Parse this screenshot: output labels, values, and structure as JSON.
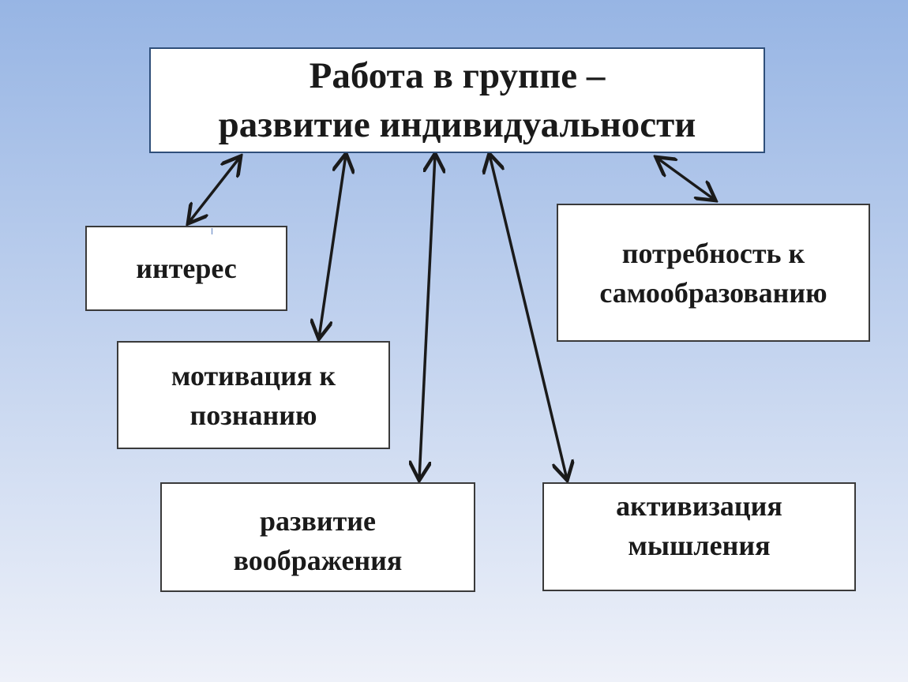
{
  "colors": {
    "background_top": "#97b5e4",
    "background_bottom": "#eef1f9",
    "box_fill": "#ffffff",
    "box_border": "#3a3a3a",
    "arrow": "#1a1a1a"
  },
  "title": {
    "line1": "Работа в группе –",
    "line2": "развитие индивидуальности"
  },
  "nodes": {
    "interest": {
      "line1": "интерес"
    },
    "motivation": {
      "line1": "мотивация к",
      "line2": "познанию"
    },
    "imagination": {
      "line1": "развитие",
      "line2": "воображения"
    },
    "self_education": {
      "line1": "потребность к",
      "line2": "самообразованию"
    },
    "thinking": {
      "line1": "активизация",
      "line2": "мышления"
    }
  },
  "connections": [
    {
      "from": "title",
      "to": "interest",
      "type": "bidirectional"
    },
    {
      "from": "title",
      "to": "motivation",
      "type": "bidirectional"
    },
    {
      "from": "title",
      "to": "imagination",
      "type": "bidirectional"
    },
    {
      "from": "title",
      "to": "thinking",
      "type": "bidirectional"
    },
    {
      "from": "title",
      "to": "self_education",
      "type": "bidirectional"
    }
  ]
}
